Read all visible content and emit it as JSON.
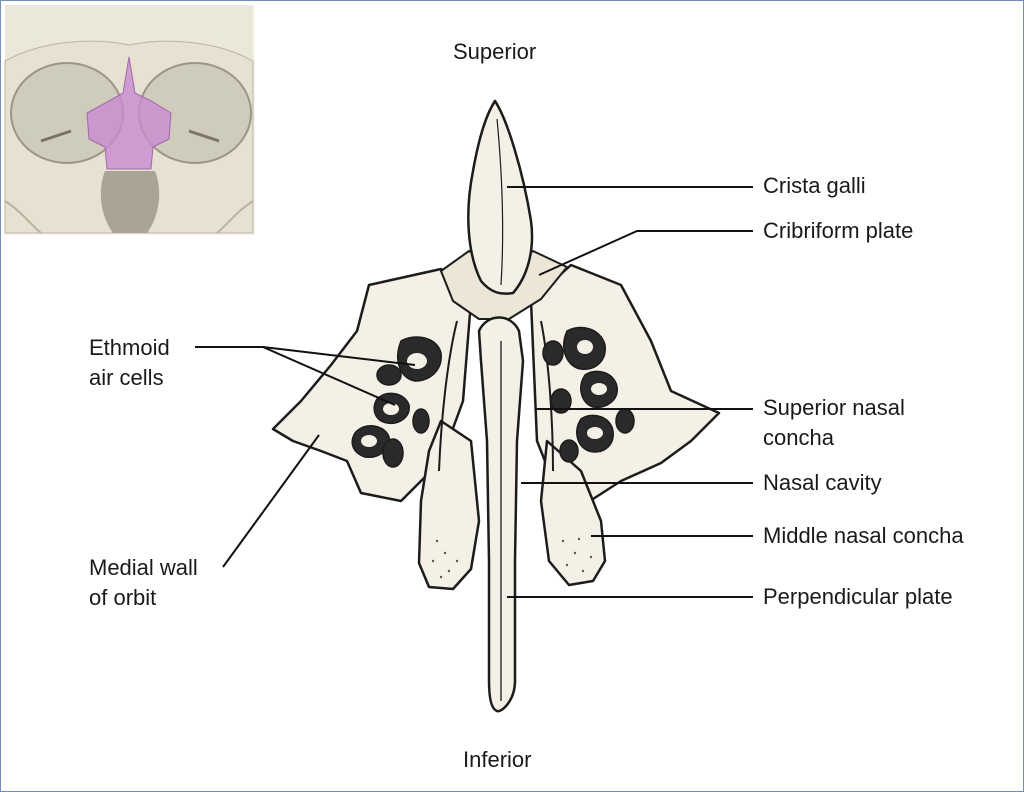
{
  "orientation": {
    "top": "Superior",
    "bottom": "Inferior"
  },
  "labels": {
    "crista_galli": "Crista galli",
    "cribriform_plate": "Cribriform plate",
    "ethmoid_air_cells_line1": "Ethmoid",
    "ethmoid_air_cells_line2": "air cells",
    "superior_nasal_concha_line1": "Superior nasal",
    "superior_nasal_concha_line2": "concha",
    "nasal_cavity": "Nasal cavity",
    "middle_nasal_concha": "Middle nasal concha",
    "medial_wall_line1": "Medial wall",
    "medial_wall_line2": "of orbit",
    "perpendicular_plate": "Perpendicular plate"
  },
  "colors": {
    "bone_fill": "#f4f0e6",
    "bone_outline": "#1c1c1c",
    "cavity_fill": "#2a2a2a",
    "skull_fill": "#e8e4d6",
    "orbit_fill": "#cfcbbd",
    "highlight": "#c98bd2",
    "frame_border": "#6f8fb4"
  }
}
